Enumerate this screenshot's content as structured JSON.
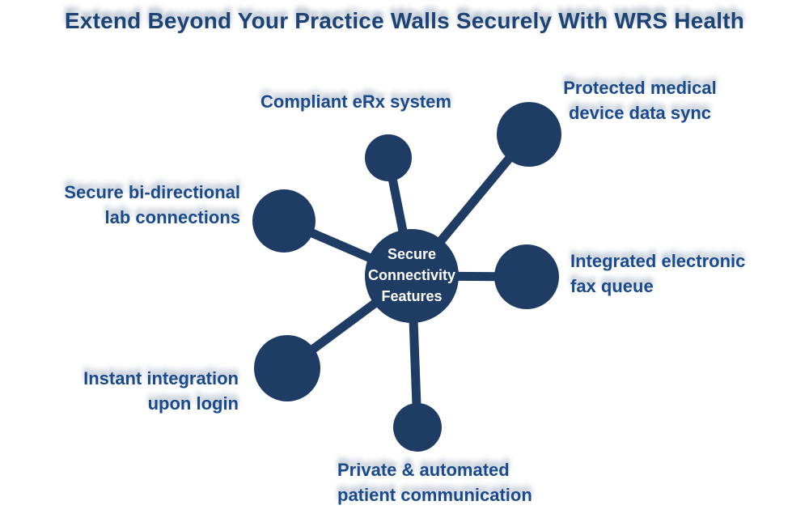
{
  "title": "Extend Beyond Your Practice Walls Securely With WRS Health",
  "colors": {
    "circle": "#1e3c64",
    "label": "#1b4a8a",
    "title": "#1d4374",
    "hub_text": "#ffffff",
    "background": "#ffffff"
  },
  "hub": {
    "lines": [
      "Secure",
      "Connectivity",
      "Features"
    ]
  },
  "nodes": [
    {
      "id": "erx",
      "label_lines": [
        "Compliant eRx system",
        ""
      ]
    },
    {
      "id": "device-data-sync",
      "label_lines": [
        "Protected medical",
        "device data sync"
      ]
    },
    {
      "id": "fax-queue",
      "label_lines": [
        "Integrated electronic",
        "fax queue"
      ]
    },
    {
      "id": "patient-communication",
      "label_lines": [
        "Private & automated",
        "patient communication"
      ]
    },
    {
      "id": "login-integration",
      "label_lines": [
        "Instant integration",
        "upon login"
      ]
    },
    {
      "id": "lab-connections",
      "label_lines": [
        "Secure bi-directional",
        "lab connections"
      ]
    }
  ]
}
